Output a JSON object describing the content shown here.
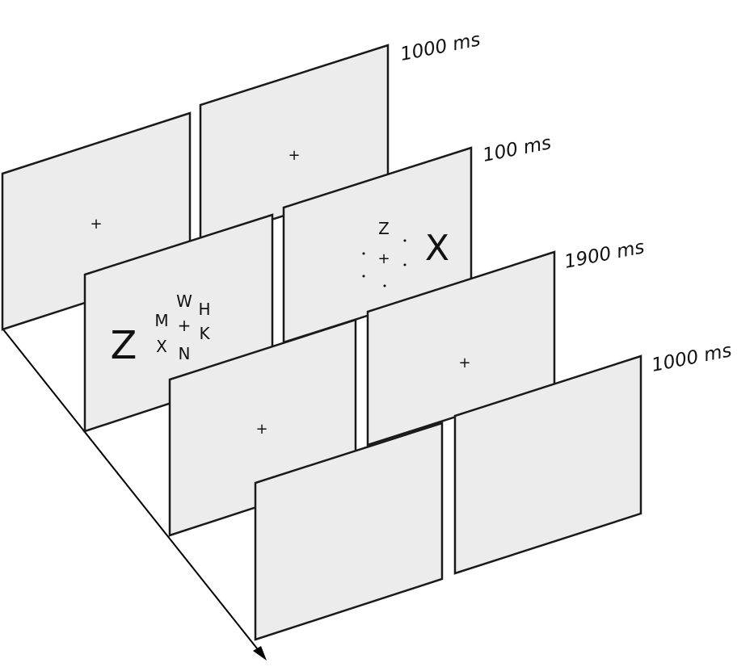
{
  "durations": [
    "1000 ms",
    "100 ms",
    "1900 ms",
    "1000 ms"
  ],
  "fixation": "+",
  "dot": "•",
  "left_display": {
    "target": "Z",
    "letters": [
      "M",
      "W",
      "H",
      "X",
      "+",
      "K",
      "N"
    ]
  },
  "right_display": {
    "target": "X",
    "top_letter": "Z",
    "center": "+"
  },
  "colors": {
    "panel_fill": "#ececed",
    "panel_stroke": "#1a1a1a",
    "text": "#111111"
  }
}
